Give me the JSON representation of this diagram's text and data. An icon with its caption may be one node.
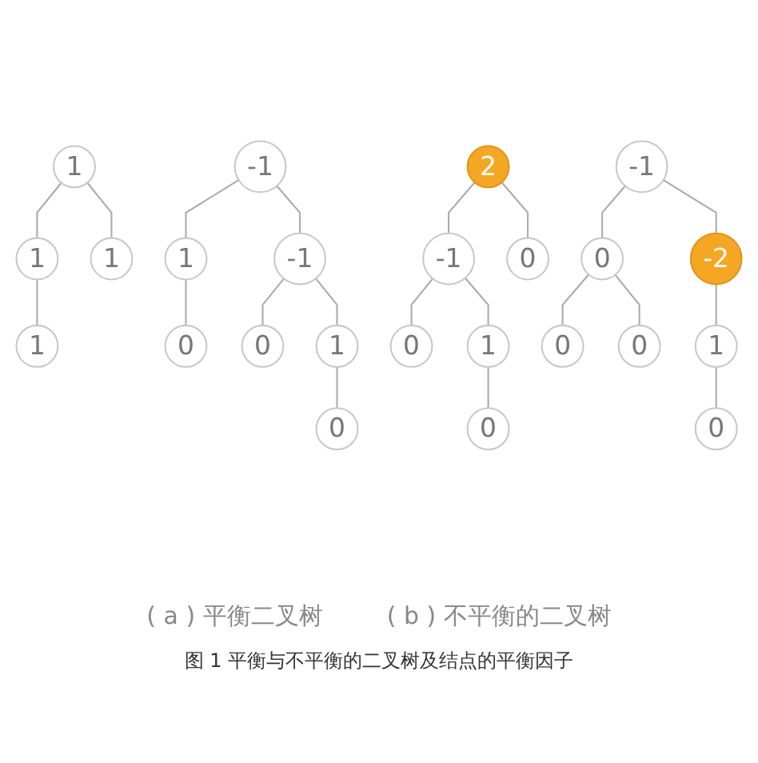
{
  "diagram": {
    "caption": "图 1 平衡与不平衡的二叉树及结点的平衡因子",
    "nodes": [
      {
        "text": [
          "1"
        ]
      },
      {
        "text": [
          "1"
        ]
      },
      {
        "text": [
          "1"
        ]
      },
      {
        "text": [
          "1"
        ]
      },
      {
        "text": [
          "-1"
        ]
      },
      {
        "text": [
          "1"
        ]
      },
      {
        "text": [
          "-1"
        ]
      },
      {
        "text": [
          "0"
        ]
      },
      {
        "text": [
          "0"
        ]
      },
      {
        "text": [
          "1"
        ]
      },
      {
        "text": [
          "0"
        ]
      },
      {
        "text": [
          "2"
        ]
      },
      {
        "text": [
          "-1"
        ]
      },
      {
        "text": [
          "0"
        ]
      },
      {
        "text": [
          "0"
        ]
      },
      {
        "text": [
          "1"
        ]
      },
      {
        "text": [
          "0"
        ]
      },
      {
        "text": [
          "-1"
        ]
      },
      {
        "text": [
          "0"
        ]
      },
      {
        "text": [
          "-2"
        ]
      },
      {
        "text": [
          "0"
        ]
      },
      {
        "text": [
          "0"
        ]
      },
      {
        "text": [
          "1"
        ]
      },
      {
        "text": [
          "0"
        ]
      }
    ],
    "edges": [
      {
        "from": 0,
        "to": 1,
        "arrow": "none"
      },
      {
        "from": 0,
        "to": 2,
        "arrow": "none"
      },
      {
        "from": 1,
        "to": 3,
        "arrow": "none"
      },
      {
        "from": 4,
        "to": 5,
        "arrow": "none"
      },
      {
        "from": 4,
        "to": 6,
        "arrow": "none"
      },
      {
        "from": 5,
        "to": 7,
        "arrow": "none"
      },
      {
        "from": 6,
        "to": 8,
        "arrow": "none"
      },
      {
        "from": 6,
        "to": 9,
        "arrow": "none"
      },
      {
        "from": 9,
        "to": 10,
        "arrow": "none"
      },
      {
        "from": 11,
        "to": 12,
        "arrow": "none"
      },
      {
        "from": 11,
        "to": 13,
        "arrow": "none"
      },
      {
        "from": 12,
        "to": 14,
        "arrow": "none"
      },
      {
        "from": 12,
        "to": 15,
        "arrow": "none"
      },
      {
        "from": 15,
        "to": 16,
        "arrow": "none"
      },
      {
        "from": 17,
        "to": 18,
        "arrow": "none"
      },
      {
        "from": 17,
        "to": 19,
        "arrow": "none"
      },
      {
        "from": 18,
        "to": 20,
        "arrow": "none"
      },
      {
        "from": 18,
        "to": 21,
        "arrow": "none"
      },
      {
        "from": 19,
        "to": 22,
        "arrow": "none"
      },
      {
        "from": 22,
        "to": 23,
        "arrow": "none"
      }
    ],
    "labels": [
      "( a ) 平衡二叉树",
      "( b ) 不平衡的二叉树"
    ]
  }
}
